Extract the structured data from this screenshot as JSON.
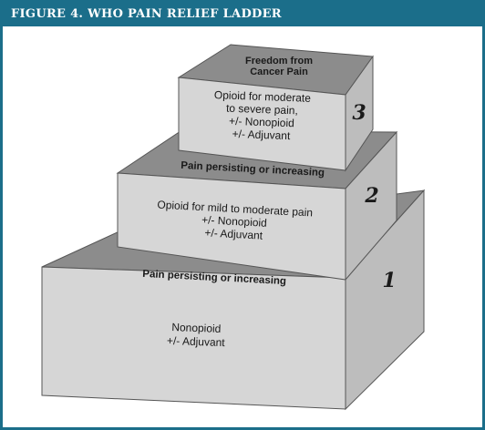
{
  "figure": {
    "title": "FIGURE 4. WHO PAIN RELIEF LADDER"
  },
  "colors": {
    "header_bg": "#1b6e8a",
    "header_text": "#ffffff",
    "top_face": "#8c8c8c",
    "front_face": "#d6d6d6",
    "side_face": "#bdbdbd"
  },
  "ladder": {
    "goal": {
      "line1": "Freedom from",
      "line2": "Cancer Pain"
    },
    "step3": {
      "number": "3",
      "line1": "Opioid for moderate",
      "line2": "to severe pain,",
      "line3": "+/- Nonopioid",
      "line4": "+/- Adjuvant"
    },
    "transition2": "Pain persisting or increasing",
    "step2": {
      "number": "2",
      "line1": "Opioid for mild to moderate pain",
      "line2": "+/- Nonopioid",
      "line3": "+/- Adjuvant"
    },
    "transition1": "Pain persisting or increasing",
    "step1": {
      "number": "1",
      "line1": "Nonopioid",
      "line2": "+/- Adjuvant"
    }
  }
}
